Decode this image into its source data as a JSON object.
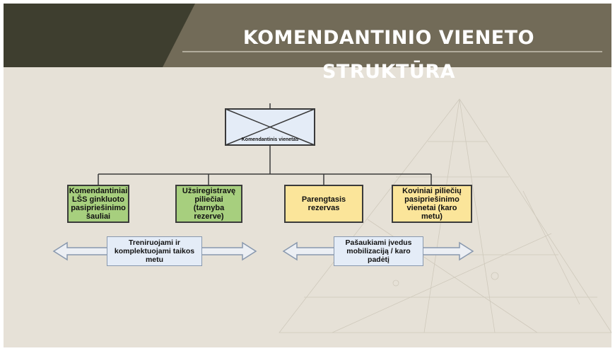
{
  "header": {
    "title": "KOMENDANTINIO VIENETO STRUKTŪRA"
  },
  "org_chart": {
    "top_unit": {
      "label": "Komendantinis vienetas"
    },
    "sub_units": [
      {
        "label": "Komendantiniai LŠS ginkluoto pasipriešinimo šauliai",
        "color": "#a7cf7e"
      },
      {
        "label": "Užsiregistravę piliečiai (tarnyba rezerve)",
        "color": "#a7cf7e"
      },
      {
        "label": "Parengtasis rezervas",
        "color": "#fbe59a"
      },
      {
        "label": "Koviniai piliečių pasipriešinimo vienetai (karo metu)",
        "color": "#fbe59a"
      }
    ],
    "range_labels": [
      {
        "label": "Treniruojami ir komplektuojami taikos metu"
      },
      {
        "label": "Pašaukiami įvedus mobilizaciją / karo padėtį"
      }
    ]
  },
  "colors": {
    "header_dark": "#3e3e2f",
    "header_band": "#726b58",
    "background": "#e6e1d7",
    "green_box": "#a7cf7e",
    "yellow_box": "#fbe59a",
    "arrow_label_fill": "#e4ecf7"
  }
}
